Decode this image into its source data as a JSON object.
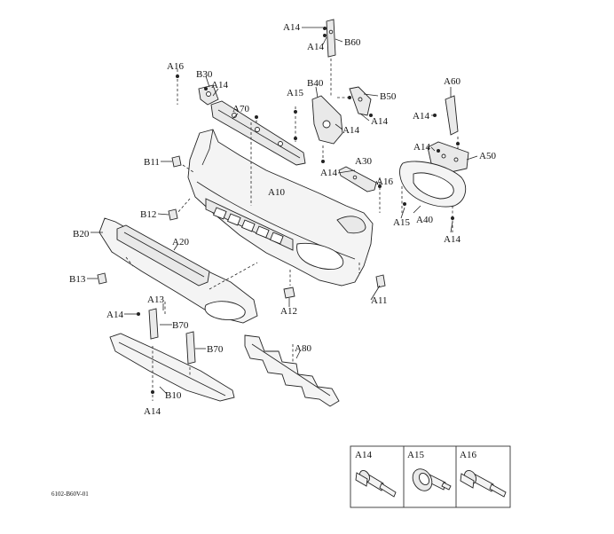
{
  "labels": {
    "A14_top": "A14",
    "A14_b60": "A14",
    "B60": "B60",
    "A16_top": "A16",
    "B30": "B30",
    "A14_b30": "A14",
    "A70": "A70",
    "A15_top": "A15",
    "B40": "B40",
    "B50": "B50",
    "A14_b50": "A14",
    "A14_b40": "A14",
    "A60": "A60",
    "A14_a60": "A14",
    "A14_a50": "A14",
    "A50": "A50",
    "B11": "B11",
    "A14_a30": "A14",
    "A30": "A30",
    "A16_a30": "A16",
    "A10": "A10",
    "A15_a40": "A15",
    "A40": "A40",
    "A14_a40": "A14",
    "B12": "B12",
    "B20": "B20",
    "A20": "A20",
    "B13": "B13",
    "A13": "A13",
    "A12": "A12",
    "A11": "A11",
    "A14_b70": "A14",
    "B70_left": "B70",
    "B70_right": "B70",
    "A80": "A80",
    "B10": "B10",
    "A14_bottom": "A14"
  },
  "legend": {
    "items": [
      {
        "label": "A14"
      },
      {
        "label": "A15"
      },
      {
        "label": "A16"
      }
    ]
  },
  "footer": {
    "code": "6102-B60V-01"
  }
}
